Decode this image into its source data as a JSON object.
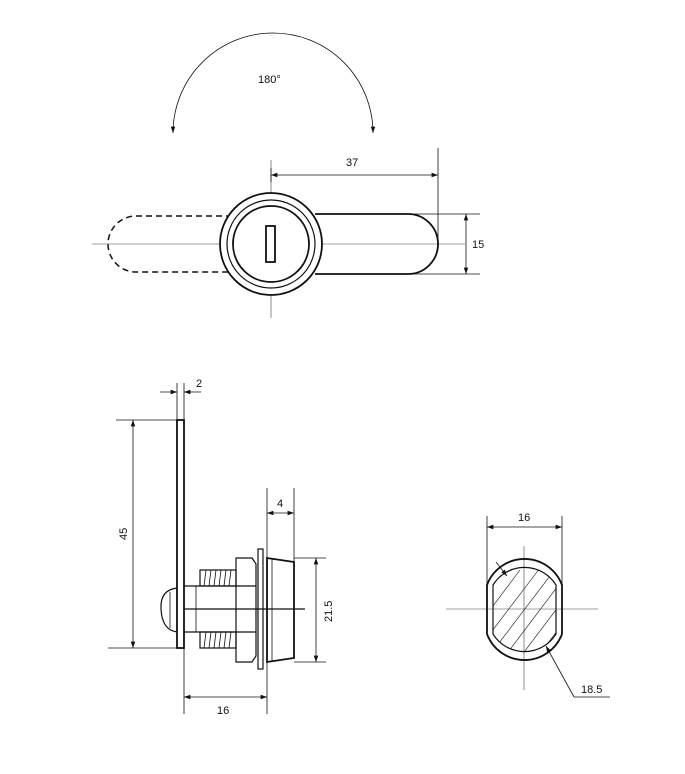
{
  "labels": {
    "rotation": "180°",
    "lever_length": "37",
    "lever_width": "15",
    "plate_thickness": "2",
    "plate_height": "45",
    "nut_width": "4",
    "body_diameter": "21.5",
    "thread_length": "16",
    "section_flats": "16",
    "section_diameter": "18.5"
  }
}
